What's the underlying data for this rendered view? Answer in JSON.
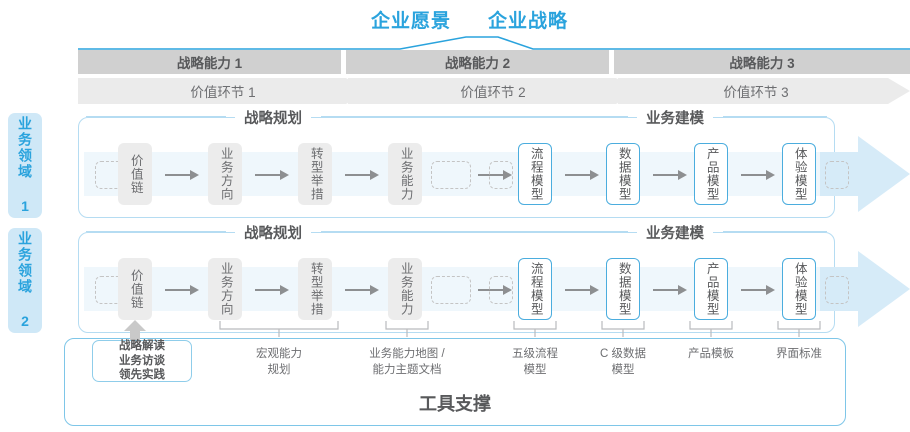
{
  "header": {
    "vision_title": "企业愿景",
    "strategy_title": "企业战略",
    "accent_color": "#2aa3dd"
  },
  "capability_bar": {
    "items": [
      {
        "label": "战略能力 1"
      },
      {
        "label": "战略能力 2"
      },
      {
        "label": "战略能力 3"
      }
    ]
  },
  "value_bar": {
    "items": [
      {
        "label": "价值环节 1"
      },
      {
        "label": "价值环节 2"
      },
      {
        "label": "价值环节 3"
      }
    ]
  },
  "domains": [
    {
      "label": "业务领域 1"
    },
    {
      "label": "业务领域 2"
    }
  ],
  "phases": {
    "planning": "战略规划",
    "modeling": "业务建模"
  },
  "chain": {
    "planning_nodes": [
      {
        "label": "价值链"
      },
      {
        "label": "业务方向"
      },
      {
        "label": "转型举措"
      },
      {
        "label": "业务能力"
      }
    ],
    "modeling_nodes": [
      {
        "label": "流程模型"
      },
      {
        "label": "数据模型"
      },
      {
        "label": "产品模型"
      },
      {
        "label": "体验模型"
      }
    ]
  },
  "tools": {
    "section_title": "工具支撑",
    "callout": "战略解读\n业务访谈\n领先实践",
    "callout_lines": [
      "战略解读",
      "业务访谈",
      "领先实践"
    ],
    "labels": [
      {
        "line1": "宏观能力",
        "line2": "规划"
      },
      {
        "line1": "业务能力地图 /",
        "line2": "能力主题文档"
      },
      {
        "line1": "五级流程",
        "line2": "模型"
      },
      {
        "line1": "C 级数据",
        "line2": "模型"
      },
      {
        "line1": "产品模板",
        "line2": ""
      },
      {
        "line1": "界面标准",
        "line2": ""
      }
    ]
  }
}
